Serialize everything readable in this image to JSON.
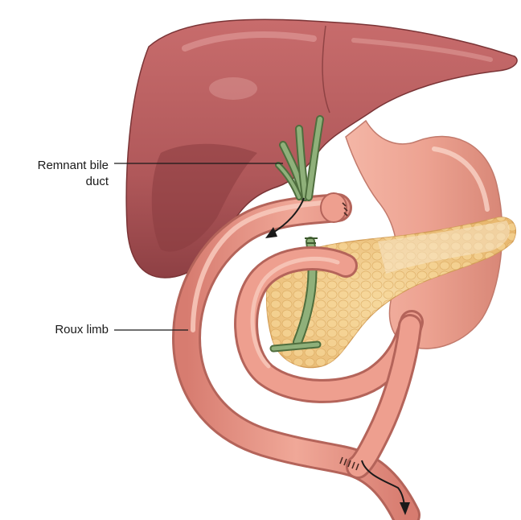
{
  "labels": {
    "bile_duct_line1": "Remnant bile",
    "bile_duct_line2": "duct",
    "roux_limb": "Roux limb"
  },
  "colors": {
    "liver": "#b85a5c",
    "liver_dark": "#8a3c40",
    "liver_light": "#d98a88",
    "bowel": "#e8978a",
    "bowel_dark": "#c26b62",
    "bowel_light": "#f6c3b6",
    "stomach": "#eda392",
    "pancreas": "#efc98a",
    "pancreas_light": "#f7e0b0",
    "duct": "#7fa069",
    "duct_dark": "#4f6e3e",
    "arrow": "#1a1a1a",
    "leader_line": "#1a1a1a",
    "background": "#ffffff"
  },
  "icons": {
    "flow_arrow_1": "bile-flow-arrow-icon",
    "flow_arrow_2": "intestinal-flow-arrow-icon",
    "sutures": "suture-icon"
  }
}
